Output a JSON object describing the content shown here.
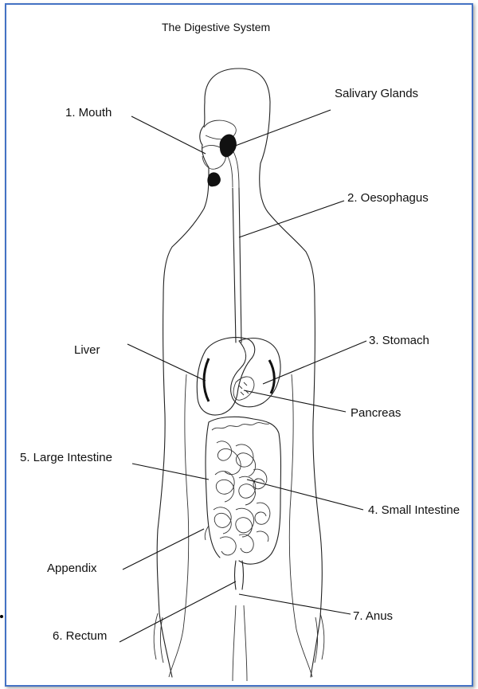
{
  "title": "The Digestive System",
  "labels": {
    "mouth": "1. Mouth",
    "salivary_glands": "Salivary Glands",
    "oesophagus": "2. Oesophagus",
    "liver": "Liver",
    "stomach": "3. Stomach",
    "pancreas": "Pancreas",
    "large_intestine": "5. Large Intestine",
    "small_intestine": "4. Small Intestine",
    "appendix": "Appendix",
    "rectum": "6. Rectum",
    "anus": "7. Anus"
  },
  "colors": {
    "frame_border": "#4472c4",
    "ink": "#111111"
  }
}
